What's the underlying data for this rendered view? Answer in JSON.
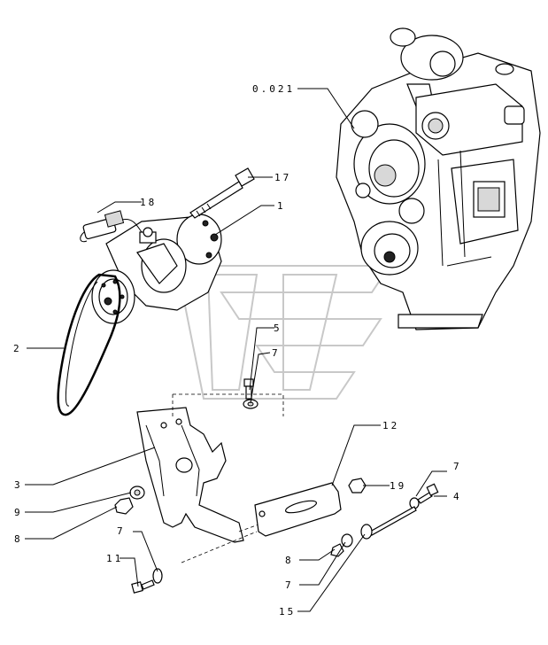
{
  "callouts": {
    "engine": "0.021",
    "bolt_long": "17",
    "connector": "18",
    "compressor": "1",
    "belt": "2",
    "bolt_5": "5",
    "washer_7_top": "7",
    "bracket_plate": "12",
    "bracket": "3",
    "washer_9": "9",
    "nut_8_left": "8",
    "washer_7_left": "7",
    "bolt_11": "11",
    "nut_19": "19",
    "washer_7_right": "7",
    "bolt_4": "4",
    "nut_8_bottom": "8",
    "washer_7_bottom": "7",
    "bolt_15": "15"
  }
}
